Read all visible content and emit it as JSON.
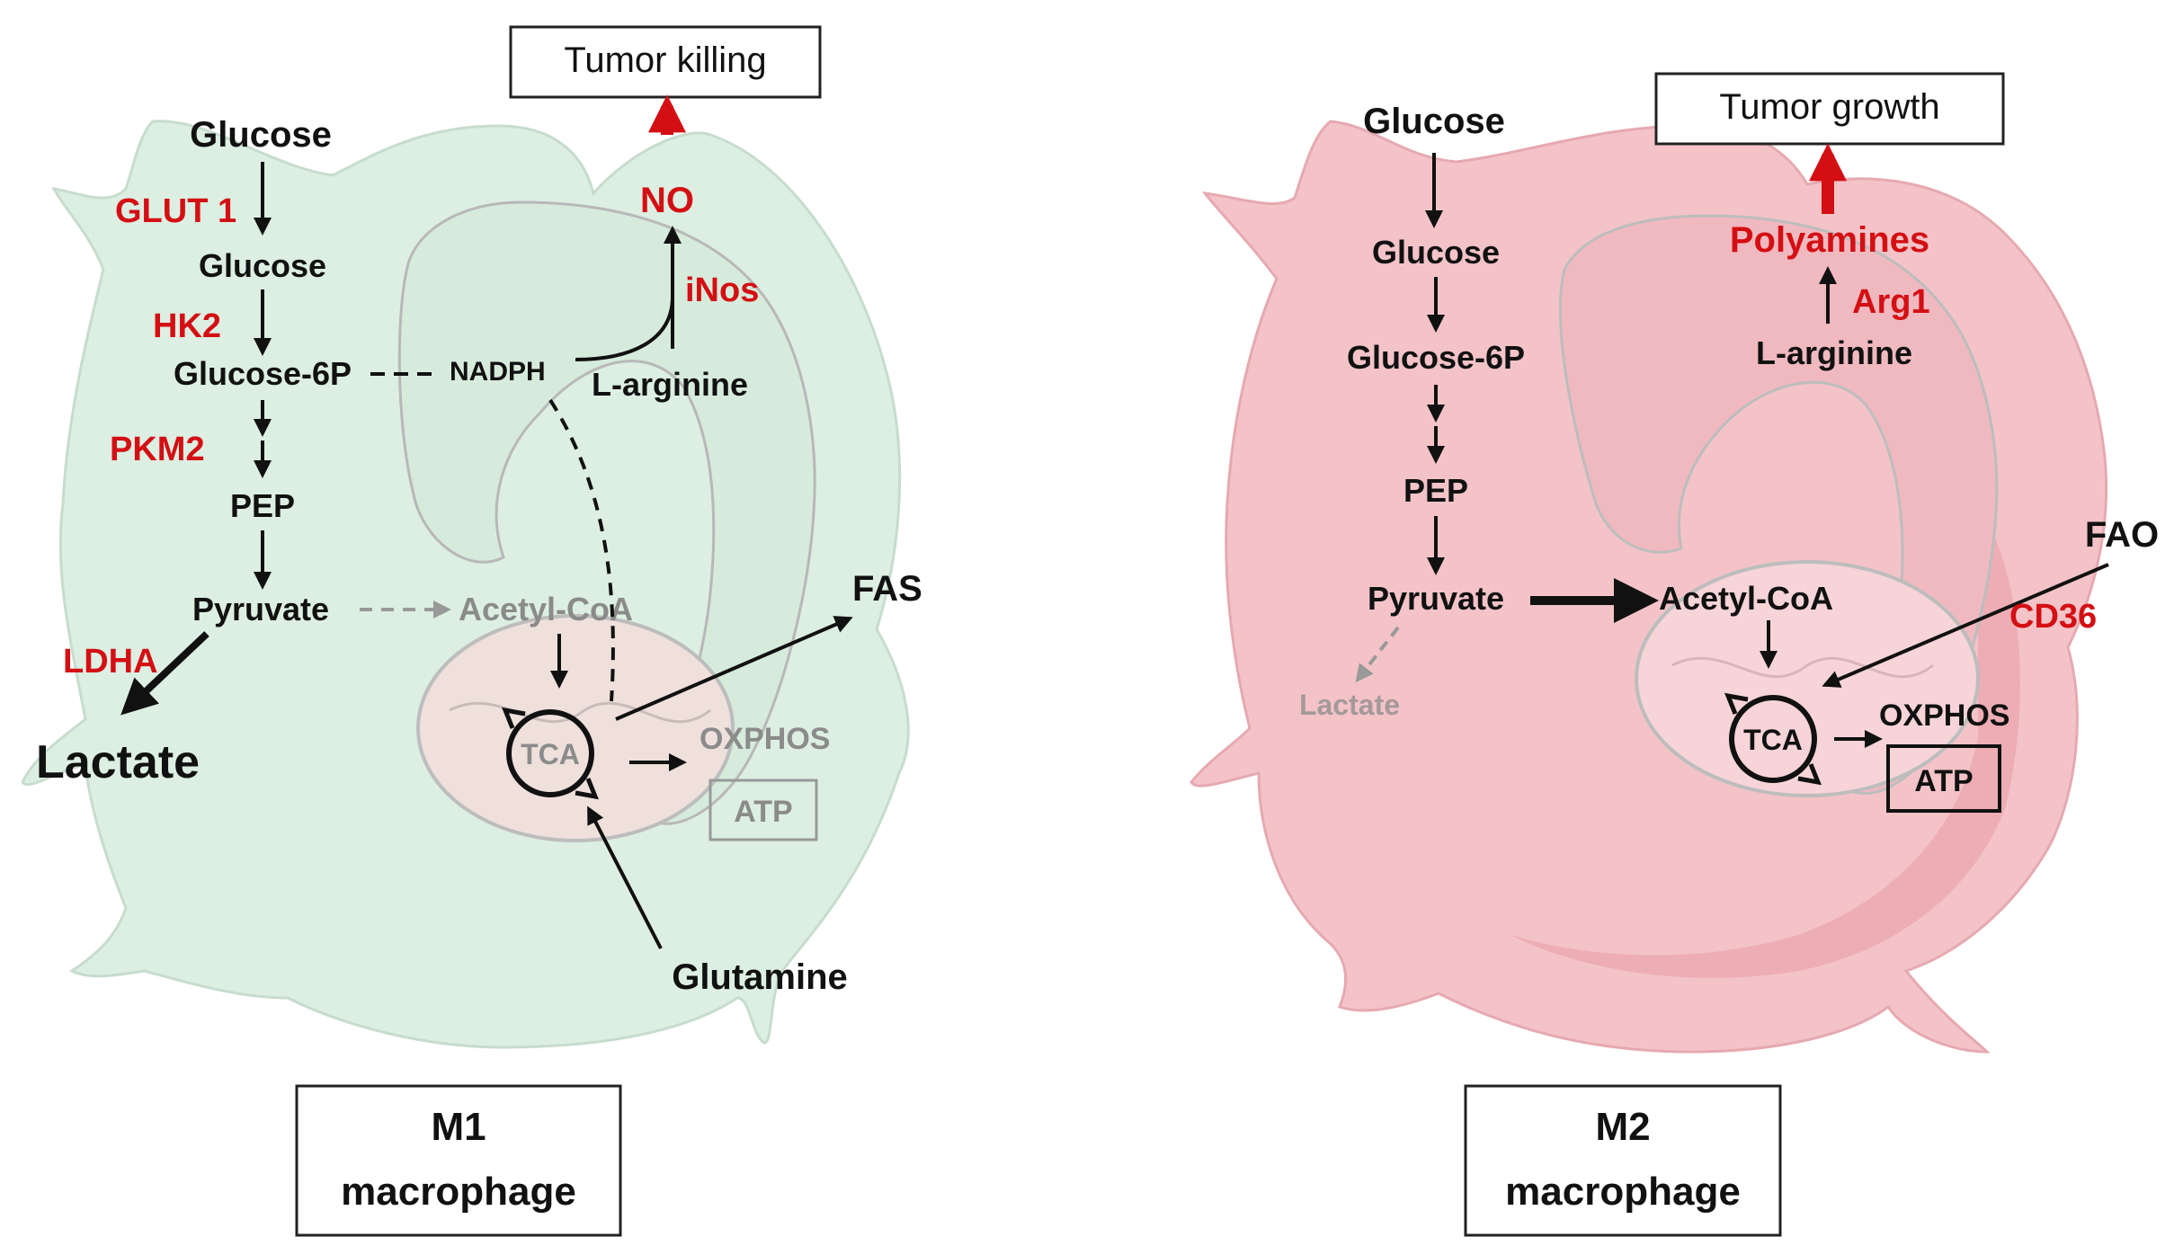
{
  "colors": {
    "m1_cell": "#dcefe2",
    "m2_cell": "#f3c3c8",
    "enzyme_red": "#d40f14",
    "arrow": "#111111",
    "grey_text": "#8b8b8b"
  },
  "m1": {
    "outcome": "Tumor killing",
    "title_line1": "M1",
    "title_line2": "macrophage",
    "labels": {
      "glucose_in": "Glucose",
      "glucose": "Glucose",
      "glucose_6p": "Glucose-6P",
      "nadph": "NADPH",
      "l_arginine": "L-arginine",
      "pep": "PEP",
      "pyruvate": "Pyruvate",
      "acetyl_coa": "Acetyl-CoA",
      "lactate": "Lactate",
      "tca": "TCA",
      "oxphos": "OXPHOS",
      "atp": "ATP",
      "fas": "FAS",
      "glutamine": "Glutamine",
      "no": "NO"
    },
    "enzymes": {
      "glut1": "GLUT 1",
      "hk2": "HK2",
      "pkm2": "PKM2",
      "ldha": "LDHA",
      "inos": "iNos"
    }
  },
  "m2": {
    "outcome": "Tumor growth",
    "title_line1": "M2",
    "title_line2": "macrophage",
    "labels": {
      "glucose_in": "Glucose",
      "glucose": "Glucose",
      "glucose_6p": "Glucose-6P",
      "pep": "PEP",
      "pyruvate": "Pyruvate",
      "acetyl_coa": "Acetyl-CoA",
      "lactate": "Lactate",
      "l_arginine": "L-arginine",
      "polyamines": "Polyamines",
      "tca": "TCA",
      "oxphos": "OXPHOS",
      "atp": "ATP",
      "fao": "FAO"
    },
    "enzymes": {
      "arg1": "Arg1",
      "cd36": "CD36"
    }
  }
}
